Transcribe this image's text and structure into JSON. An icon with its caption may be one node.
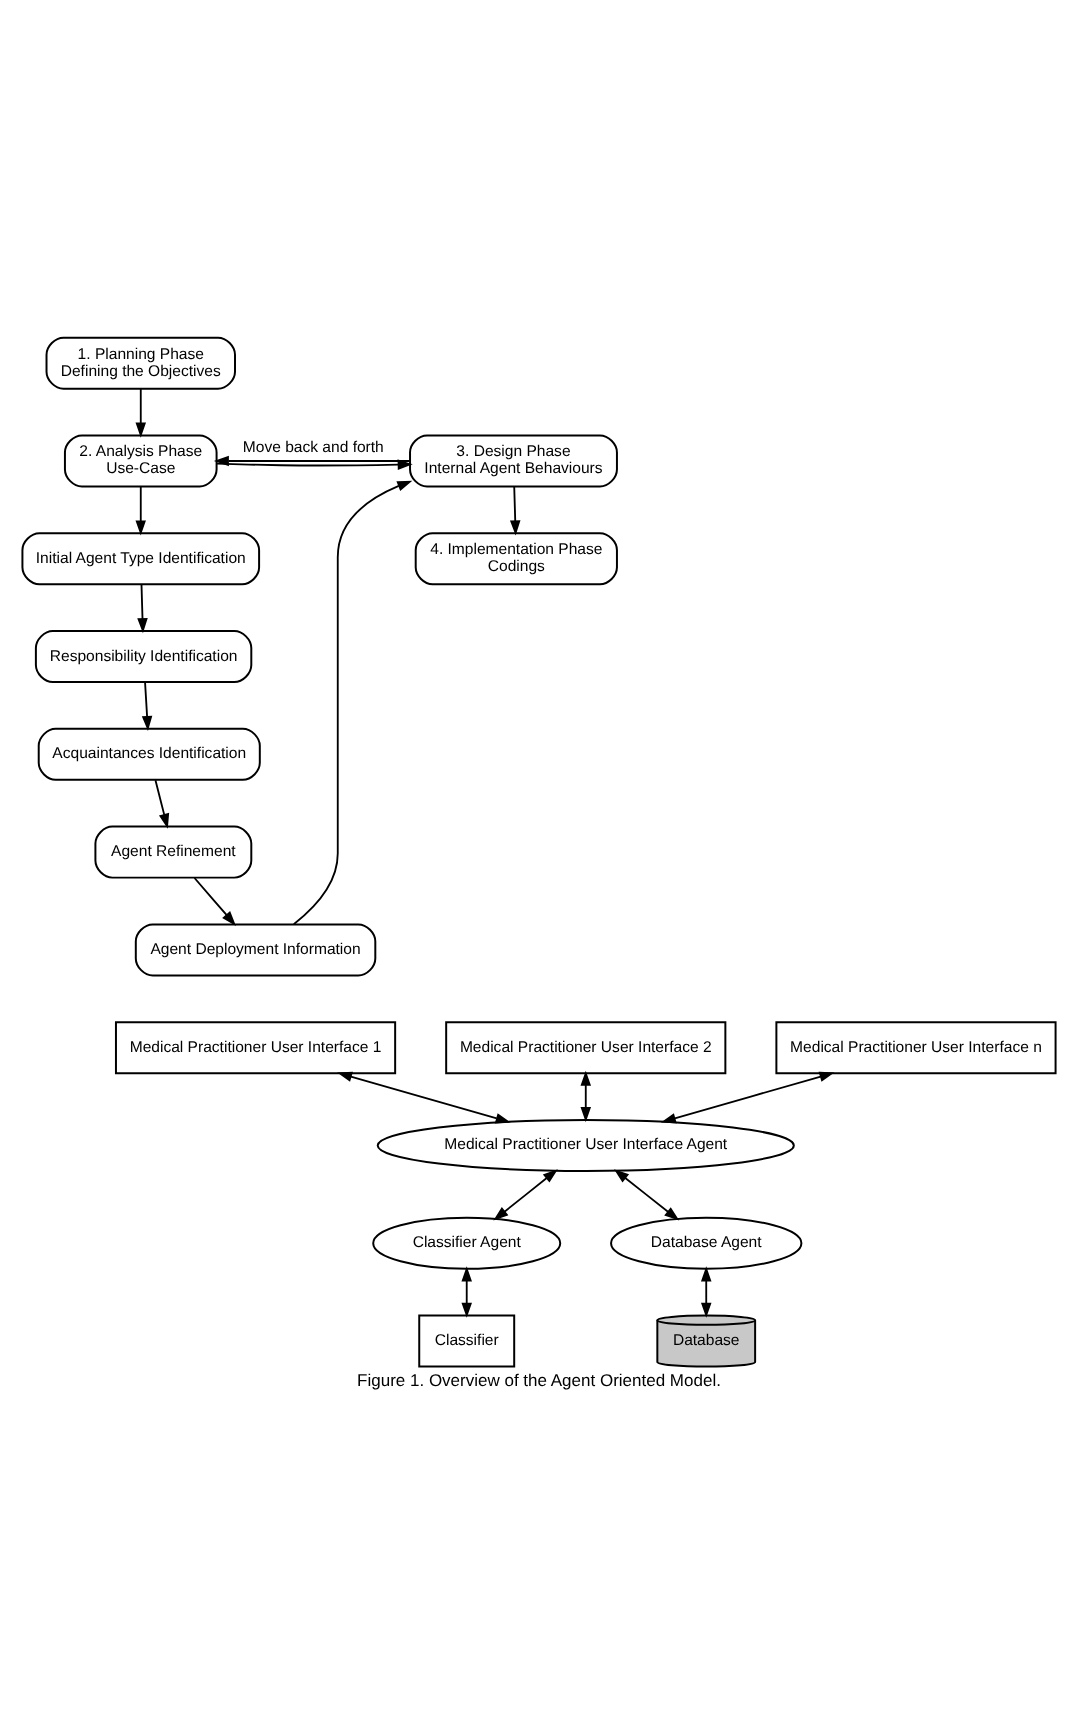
{
  "diagram": {
    "caption": "Figure 1. Overview of the Agent Oriented Model.",
    "nodes": [
      {
        "text": [
          "1. Planning Phase",
          "Defining the Objectives"
        ]
      },
      {
        "text": [
          "2. Analysis Phase",
          "Use-Case"
        ]
      },
      {
        "text": [
          "Initial Agent Type Identification"
        ]
      },
      {
        "text": [
          "Responsibility Identification"
        ]
      },
      {
        "text": [
          "Acquaintances Identification"
        ]
      },
      {
        "text": [
          "Agent Refinement"
        ]
      },
      {
        "text": [
          "Agent Deployment Information"
        ]
      },
      {
        "text": [
          "3. Design Phase",
          "Internal Agent Behaviours"
        ]
      },
      {
        "text": [
          "4. Implementation Phase",
          "Codings"
        ]
      },
      {
        "text": [
          "Medical Practitioner User Interface 1"
        ]
      },
      {
        "text": [
          "Classifier Agent"
        ]
      },
      {
        "text": [
          "Classifier"
        ]
      },
      {
        "text": [
          "Medical Practitioner User Interface 2"
        ]
      },
      {
        "text": [
          "Medical Practitioner User Interface Agent"
        ]
      },
      {
        "text": [
          "Medical Practitioner User Interface n"
        ]
      },
      {
        "text": [
          "Database Agent"
        ]
      },
      {
        "text": [
          "Database"
        ]
      }
    ],
    "edges": [
      {
        "from": 0,
        "to": 1,
        "arrow": "to"
      },
      {
        "from": 7,
        "to": 1,
        "arrow": "to",
        "label": "Move back and forth"
      },
      {
        "from": 1,
        "to": 7,
        "arrow": "to"
      },
      {
        "from": 6,
        "to": 7,
        "arrow": "to"
      },
      {
        "from": 1,
        "to": 2,
        "arrow": "to"
      },
      {
        "from": 2,
        "to": 3,
        "arrow": "to"
      },
      {
        "from": 3,
        "to": 4,
        "arrow": "to"
      },
      {
        "from": 4,
        "to": 5,
        "arrow": "to"
      },
      {
        "from": 5,
        "to": 6,
        "arrow": "to"
      },
      {
        "from": 7,
        "to": 8,
        "arrow": "to"
      },
      {
        "from": 9,
        "to": 13,
        "arrow": "both"
      },
      {
        "from": 12,
        "to": 13,
        "arrow": "both"
      },
      {
        "from": 14,
        "to": 13,
        "arrow": "both"
      },
      {
        "from": 13,
        "to": 10,
        "arrow": "both"
      },
      {
        "from": 10,
        "to": 11,
        "arrow": "both"
      },
      {
        "from": 13,
        "to": 15,
        "arrow": "both"
      },
      {
        "from": 15,
        "to": 16,
        "arrow": "both"
      }
    ]
  }
}
